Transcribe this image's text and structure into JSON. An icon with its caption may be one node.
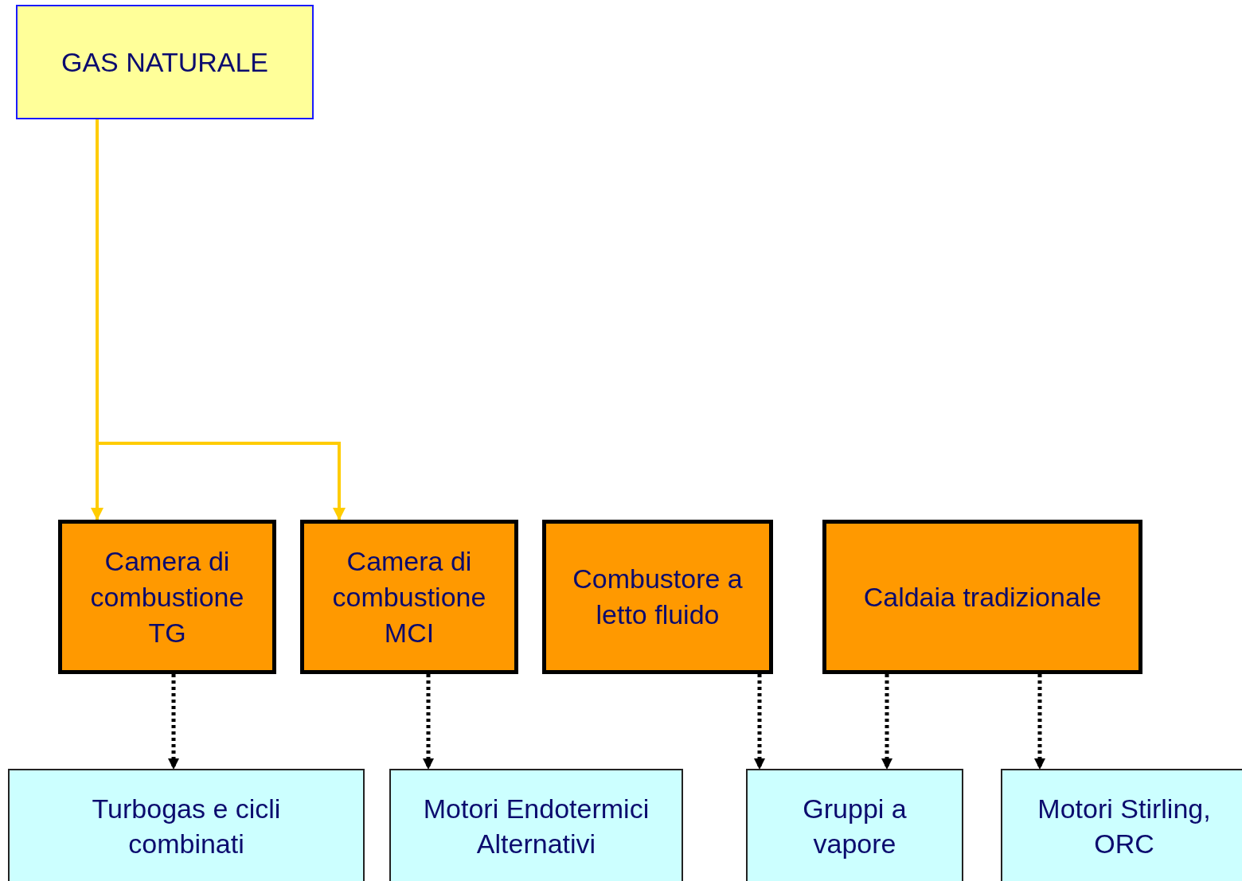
{
  "diagram": {
    "nodes": [
      {
        "text": [
          "GAS NATURALE"
        ]
      },
      {
        "text": [
          "Camera di combustione TG"
        ]
      },
      {
        "text": [
          "Camera di combustione MCI"
        ]
      },
      {
        "text": [
          "Combustore a letto fluido"
        ]
      },
      {
        "text": [
          "Caldaia tradizionale"
        ]
      },
      {
        "text": [
          "Turbogas e cicli combinati"
        ]
      },
      {
        "text": [
          "Motori Endotermici Alternativi"
        ]
      },
      {
        "text": [
          "Gruppi a vapore"
        ]
      },
      {
        "text": [
          "Motori Stirling, ORC"
        ]
      }
    ],
    "edges": [
      {
        "from": 0,
        "to": 1,
        "arrow": "to",
        "color": "#ffcc00"
      },
      {
        "from": 0,
        "to": 2,
        "arrow": "to",
        "color": "#ffcc00"
      },
      {
        "from": 1,
        "to": 5,
        "arrow": "to",
        "style": "dashed"
      },
      {
        "from": 2,
        "to": 6,
        "arrow": "to",
        "style": "dashed"
      },
      {
        "from": 3,
        "to": 7,
        "arrow": "to",
        "style": "dashed"
      },
      {
        "from": 4,
        "to": 7,
        "arrow": "to",
        "style": "dashed"
      },
      {
        "from": 4,
        "to": 8,
        "arrow": "to",
        "style": "dashed"
      }
    ]
  }
}
